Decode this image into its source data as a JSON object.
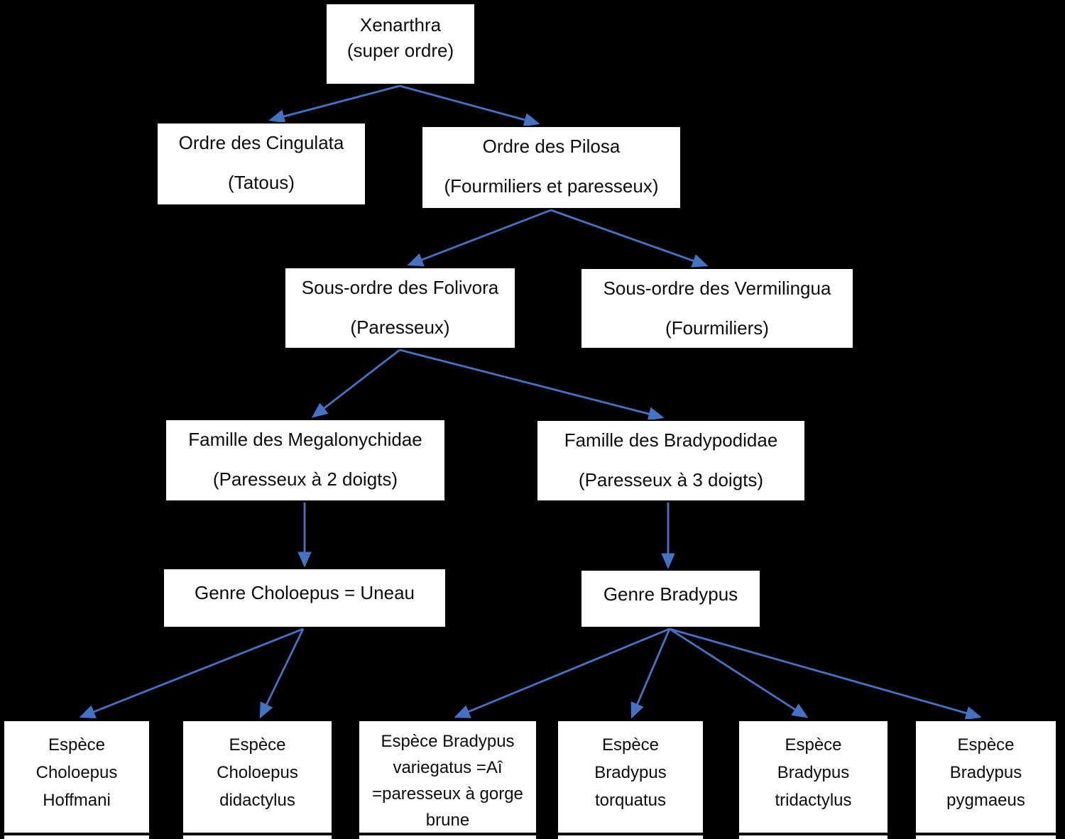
{
  "nodes": {
    "xenarthra": {
      "line1": "Xenarthra",
      "line2": "(super ordre)"
    },
    "cingulata": {
      "line1": "Ordre des Cingulata",
      "line2": "(Tatous)"
    },
    "pilosa": {
      "line1": "Ordre des Pilosa",
      "line2": "(Fourmiliers et paresseux)"
    },
    "folivora": {
      "line1": "Sous-ordre des Folivora",
      "line2": "(Paresseux)"
    },
    "vermilingua": {
      "line1": "Sous-ordre des Vermilingua",
      "line2": "(Fourmiliers)"
    },
    "megalonychidae": {
      "line1": "Famille des Megalonychidae",
      "line2": "(Paresseux à 2 doigts)"
    },
    "bradypodidae": {
      "line1": "Famille des Bradypodidae",
      "line2": "(Paresseux à 3 doigts)"
    },
    "choloepus": {
      "line1": "Genre Choloepus = Uneau"
    },
    "bradypus": {
      "line1": "Genre Bradypus"
    },
    "hoffmani": {
      "line1": "Espèce",
      "line2": "Choloepus",
      "line3": "Hoffmani"
    },
    "didactylus": {
      "line1": "Espèce",
      "line2": "Choloepus",
      "line3": "didactylus"
    },
    "variegatus": {
      "line1": "Espèce Bradypus",
      "line2": "variegatus =Aî",
      "line3": "=paresseux à gorge",
      "line4": "brune"
    },
    "torquatus": {
      "line1": "Espèce",
      "line2": "Bradypus",
      "line3": "torquatus"
    },
    "tridactylus": {
      "line1": "Espèce",
      "line2": "Bradypus",
      "line3": "tridactylus"
    },
    "pygmaeus": {
      "line1": "Espèce",
      "line2": "Bradypus",
      "line3": "pygmaeus"
    }
  },
  "edges": [
    {
      "from": "xenarthra",
      "to": "cingulata"
    },
    {
      "from": "xenarthra",
      "to": "pilosa"
    },
    {
      "from": "pilosa",
      "to": "folivora"
    },
    {
      "from": "pilosa",
      "to": "vermilingua"
    },
    {
      "from": "folivora",
      "to": "megalonychidae"
    },
    {
      "from": "folivora",
      "to": "bradypodidae"
    },
    {
      "from": "megalonychidae",
      "to": "choloepus"
    },
    {
      "from": "bradypodidae",
      "to": "bradypus"
    },
    {
      "from": "choloepus",
      "to": "hoffmani"
    },
    {
      "from": "choloepus",
      "to": "didactylus"
    },
    {
      "from": "bradypus",
      "to": "variegatus"
    },
    {
      "from": "bradypus",
      "to": "torquatus"
    },
    {
      "from": "bradypus",
      "to": "tridactylus"
    },
    {
      "from": "bradypus",
      "to": "pygmaeus"
    }
  ],
  "colors": {
    "background": "#000000",
    "box_fill": "#FFFFFF",
    "box_border": "#000000",
    "text": "#0D0D0D",
    "arrow": "#4472C4"
  }
}
